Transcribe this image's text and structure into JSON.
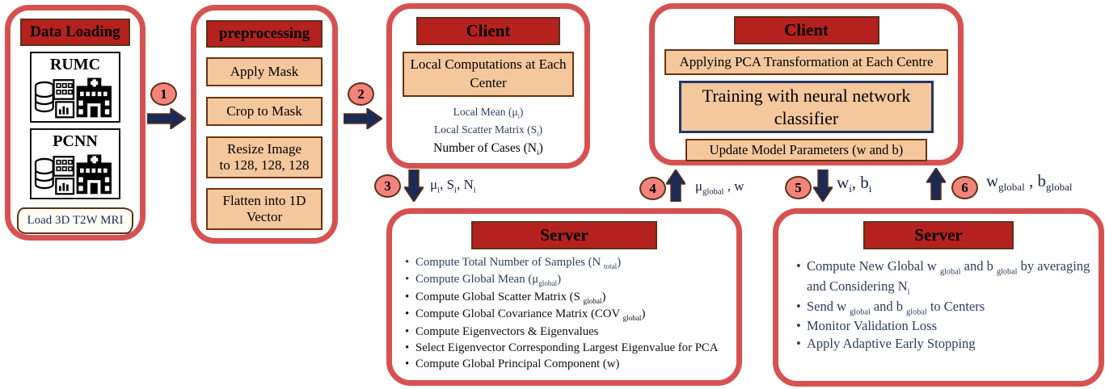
{
  "colors": {
    "frame_border": "#d65252",
    "header_bg": "#b5211f",
    "header_border": "#5c3317",
    "step_box_bg": "#f4c79d",
    "step_box_border": "#6b3410",
    "training_box_border": "#1f3864",
    "arrow_fill": "#1b2a55",
    "number_circle_bg": "#f2847c",
    "navy_text": "#2e3d5c",
    "black_text": "#0f0f0f"
  },
  "blocks": {
    "data_loading": {
      "title": "Data Loading",
      "sites": [
        "RUMC",
        "PCNN"
      ],
      "footer": "Load 3D T2W MRI"
    },
    "preprocessing": {
      "title": "preprocessing",
      "steps": [
        "Apply Mask",
        "Crop to Mask",
        "Resize Image\nto 128, 128, 128",
        "Flatten into 1D\nVector"
      ]
    },
    "client_pca": {
      "title": "Client",
      "computation_box": "Local Computations at Each\nCenter",
      "outputs": [
        "Local Mean (μ~i~)",
        "Local Scatter Matrix (S~i~)",
        "Number of Cases (N~i~)"
      ]
    },
    "client_training": {
      "title": "Client",
      "pca_box": "Applying PCA Transformation at Each Centre",
      "training_box": "Training with neural network\nclassifier",
      "update_box": "Update Model Parameters (w and b)"
    },
    "server_pca": {
      "title": "Server",
      "bullets": [
        "Compute Total Number of Samples (N ~total~)",
        "Compute Global Mean (μ~global~)",
        "Compute Global Scatter Matrix (S ~global~)",
        "Compute Global Covariance Matrix (COV ~global~)",
        "Compute Eigenvectors & Eigenvalues",
        "Select Eigenvector Corresponding Largest Eigenvalue for PCA",
        "Compute Global Principal Component (w)"
      ]
    },
    "server_agg": {
      "title": "Server",
      "bullets": [
        "Compute New Global w ~global~ and b ~global~ by averaging and Considering N~i~",
        "Send w ~global~ and b ~global~ to Centers",
        "Monitor Validation Loss",
        "Apply Adaptive Early Stopping"
      ]
    }
  },
  "connectors": {
    "c1": {
      "num": "1",
      "label": ""
    },
    "c2": {
      "num": "2",
      "label": ""
    },
    "c3": {
      "num": "3",
      "label": "μ~i~, S~i~, N~i~"
    },
    "c4": {
      "num": "4",
      "label": "μ~global~ , w"
    },
    "c5": {
      "num": "5",
      "label": "w~i~, b~i~"
    },
    "c6": {
      "num": "6",
      "label": "w~global~ , b~global~"
    }
  }
}
